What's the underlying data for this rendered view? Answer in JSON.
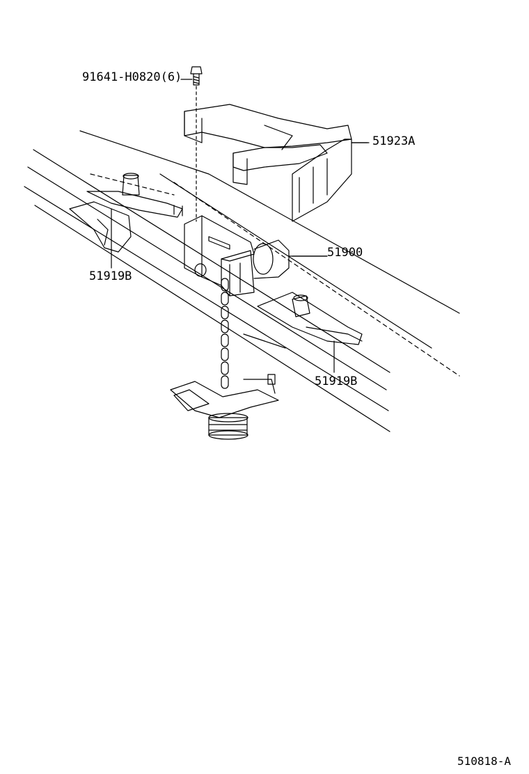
{
  "labels": {
    "bolt": "91641-H0820(6)",
    "carrier_bracket": "51923A",
    "spare_wheel_carrier": "51900",
    "bracket_left": "51919B",
    "bracket_right": "51919B",
    "diagram_ref": "510818-A"
  }
}
